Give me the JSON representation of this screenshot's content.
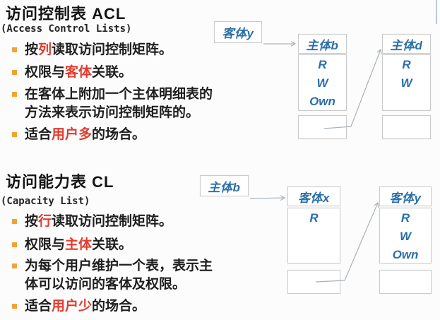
{
  "colors": {
    "background": "#fcfcfc",
    "highlight_red": "#e23b2e",
    "bullet_orange": "#f2a338",
    "diagram_blue": "#2a6fa8",
    "box_border": "#cbcbcb",
    "arrow_gray": "#a8b2ba"
  },
  "sections": {
    "acl": {
      "title": "访问控制表 ACL",
      "subtitle": "(Access Control Lists)",
      "bullets": [
        {
          "pre": "按",
          "hot": "列",
          "post": "读取访问控制矩阵。"
        },
        {
          "pre": "权限与",
          "hot": "客体",
          "post": "关联。"
        },
        {
          "pre": "在客体上附加一个主体明细表的方法来表示访问控制矩阵的。",
          "hot": "",
          "post": ""
        },
        {
          "pre": "适合",
          "hot": "用户多",
          "post": "的场合。"
        }
      ],
      "diagram": {
        "pointer_label": "客体y",
        "columns": [
          {
            "header": "主体b",
            "perms": [
              "R",
              "W",
              "Own"
            ]
          },
          {
            "header": "主体d",
            "perms": [
              "R",
              "W"
            ]
          }
        ]
      }
    },
    "cl": {
      "title": "访问能力表 CL",
      "subtitle": "(Capacity List)",
      "bullets": [
        {
          "pre": "按",
          "hot": "行",
          "post": "读取访问控制矩阵。"
        },
        {
          "pre": "权限与",
          "hot": "主体",
          "post": "关联。"
        },
        {
          "pre": "为每个用户维护一个表，表示主体可以访问的客体及权限。",
          "hot": "",
          "post": ""
        },
        {
          "pre": "适合",
          "hot": "用户少",
          "post": "的场合。"
        }
      ],
      "diagram": {
        "pointer_label": "主体b",
        "columns": [
          {
            "header": "客体x",
            "perms": [
              "R"
            ]
          },
          {
            "header": "客体y",
            "perms": [
              "R",
              "W",
              "Own"
            ]
          }
        ]
      }
    }
  }
}
